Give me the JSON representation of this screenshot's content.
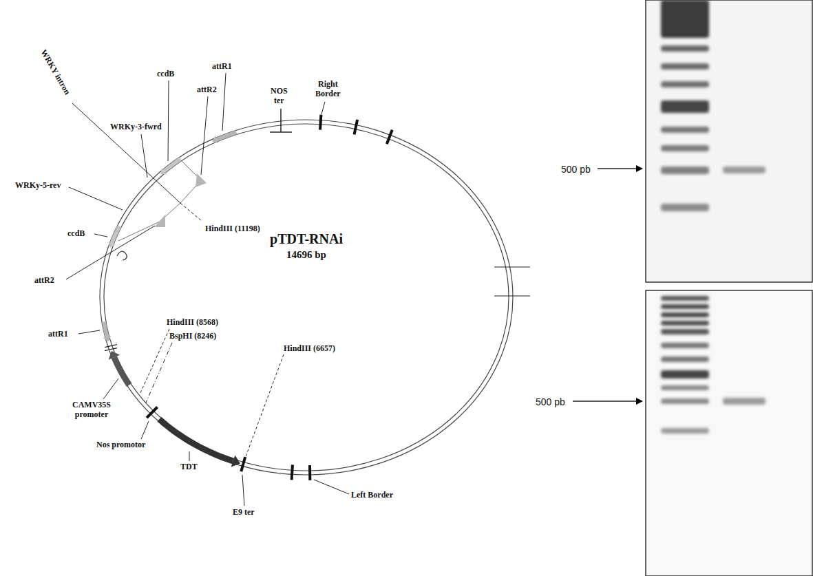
{
  "diagram": {
    "labels": [
      "attR1",
      "ccdB",
      "attR2",
      "NOS ter",
      "Right Border",
      "WRKY intron",
      "WRKy-3-fwrd",
      "WRKy-5-rev",
      "ccdB",
      "attR2",
      "HindIII (11198)",
      "pTDT-RNAi",
      "14696 bp",
      "attR1",
      "HindIII (8568)",
      "BspHI (8246)",
      "CAMV35S promoter",
      "Nos promotor",
      "TDT",
      "HindIII (6657)",
      "E9 ter",
      "Left Border",
      "500 pb",
      "500 pb"
    ]
  }
}
